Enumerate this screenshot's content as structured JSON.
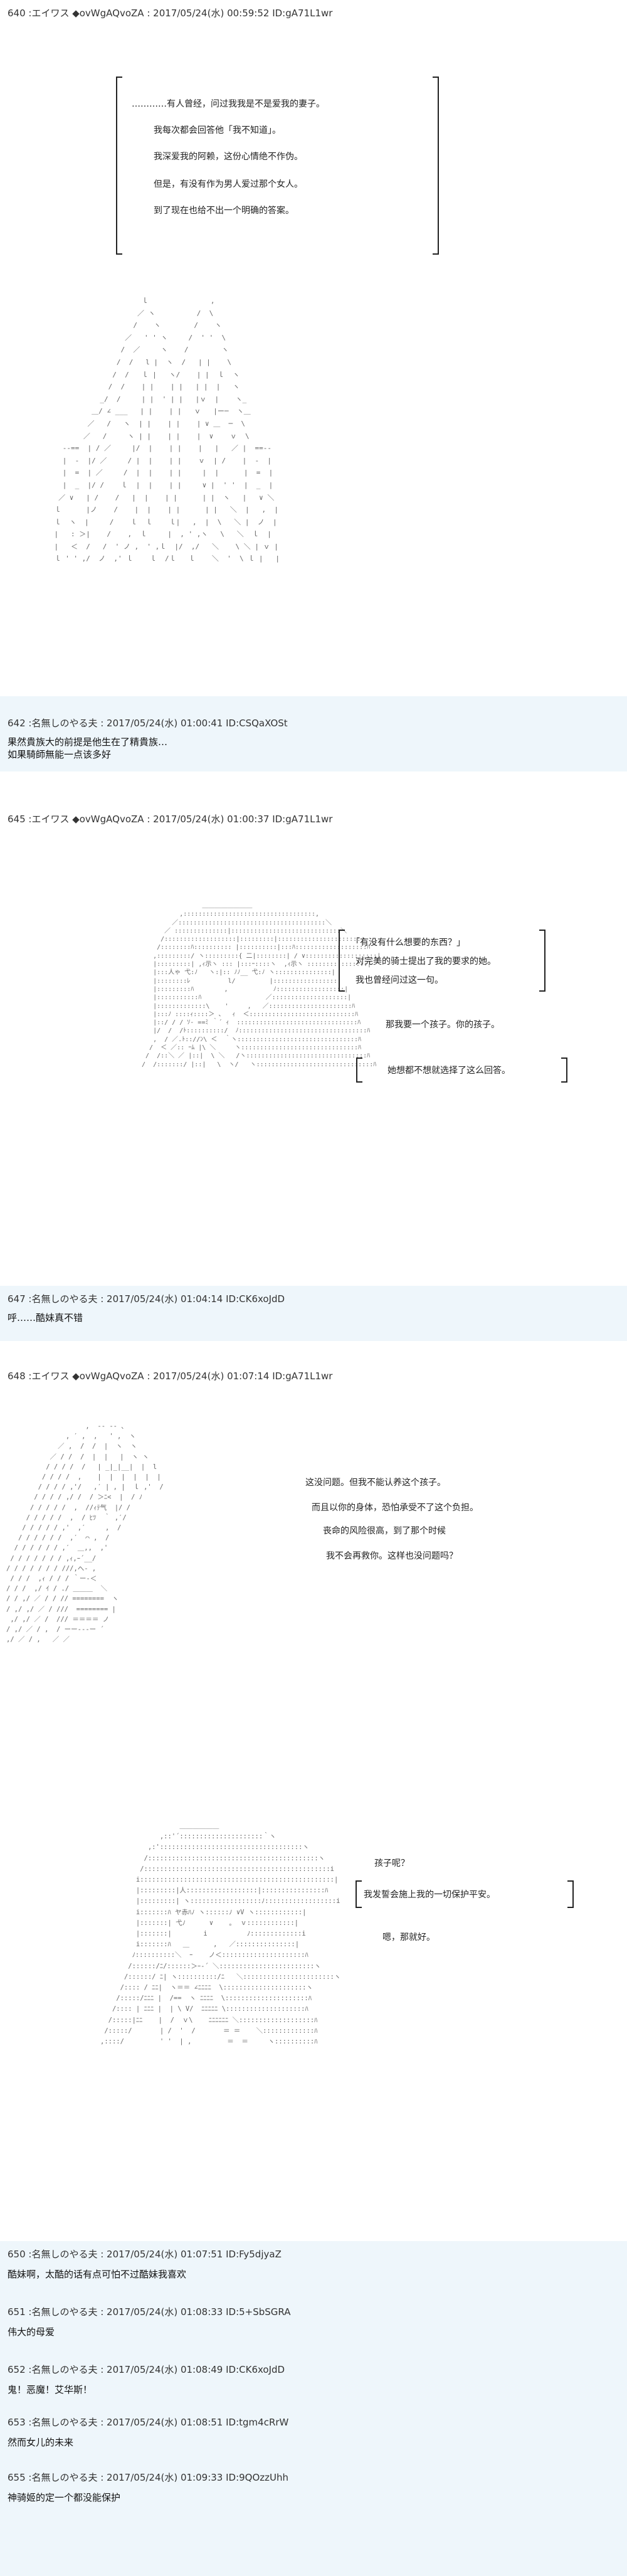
{
  "posts": [
    {
      "header": "640 :エイワス ◆ovWgAQvoZA : 2017/05/24(水) 00:59:52 ID:gA71L1wr"
    },
    {
      "header": "642 :名無しのやる夫 : 2017/05/24(水) 01:00:41 ID:CSQaXOSt",
      "lines": [
        "果然貴族大的前提是他生在了精貴族…",
        "如果騎師無能一点该多好"
      ]
    },
    {
      "header": "645 :エイワス ◆ovWgAQvoZA : 2017/05/24(水) 01:00:37 ID:gA71L1wr"
    },
    {
      "header": "647 :名無しのやる夫 : 2017/05/24(水) 01:04:14 ID:CK6xoJdD",
      "lines": [
        "呼……酷妹真不错"
      ]
    },
    {
      "header": "648 :エイワス ◆ovWgAQvoZA : 2017/05/24(水) 01:07:14 ID:gA71L1wr"
    },
    {
      "header": "650 :名無しのやる夫 : 2017/05/24(水) 01:07:51 ID:Fy5djyaZ",
      "lines": [
        "酷妹啊，太酷的话有点可怕不过酷妹我喜欢"
      ]
    },
    {
      "header": "651 :名無しのやる夫 : 2017/05/24(水) 01:08:33 ID:5+SbSGRA",
      "lines": [
        "伟大的母爱"
      ]
    },
    {
      "header": "652 :名無しのやる夫 : 2017/05/24(水) 01:08:49 ID:CK6xoJdD",
      "lines": [
        "鬼！恶魔！艾华斯！"
      ]
    },
    {
      "header": "653 :名無しのやる夫 : 2017/05/24(水) 01:08:51 ID:tgm4cRrW",
      "lines": [
        "然而女儿的未来"
      ]
    },
    {
      "header": "655 :名無しのやる夫 : 2017/05/24(水) 01:09:33 ID:9QOzzUhh",
      "lines": [
        "神骑姬的定一个都没能保护"
      ]
    }
  ],
  "dialogues": {
    "p640": [
      "…………有人曾经，问过我我是不是爱我的妻子。",
      "我每次都会回答他「我不知道」。",
      "我深爱我的阿赖，这份心情绝不作伪。",
      "但是，有没有作为男人爱过那个女人。",
      "到了现在也给不出一个明确的答案。"
    ],
    "p645a": [
      "「有没有什么想要的东西？」",
      "对完美的骑士提出了我的要求的她。",
      "我也曾经问过这一句。"
    ],
    "p645b": [
      "那我要一个孩子。你的孩子。"
    ],
    "p645c": [
      "她想都不想就选择了这么回答。"
    ],
    "p648a": [
      "这没问题。但我不能认养这个孩子。",
      "而且以你的身体，恐怕承受不了这个负担。",
      "丧命的风险很高，到了那个时候",
      "我不会再救你。这样也没问题吗？"
    ],
    "p648b": [
      "孩子呢？"
    ],
    "p648c": [
      "我发誓会施上我的一切保护平安。"
    ],
    "p648d": [
      "嗯，那就好。"
    ]
  },
  "art": {
    "a640": "                         ｌ               ,\n                        ／ ヽ          /  \\\n                       /    ヽ        /    ヽ\n                     ／   ' ' ヽ     /  ' '  \\\n                    /  ／     ヽ    /        ヽ\n                   /  /   l |  ヽ  /   | |    \\\n                  /  /   ｌ |   ヽ/    | |  ｌ  ヽ\n                 /  /    | |    | |   | |  |   ヽ\n               _/  /     | |  ' | |   |ｖ  |    ヽ_\n             ＿/ ∠ ___   | |    | |   ｖ   |ー─  ヽ＿\n            ／   /   ヽ  | |    | |    | ∨ ＿  ─  \\\n           ／   /     ヽ | |    | |    |  ∨    ｖ  \\\n      --==  | / ／     |/  |    | |    |   |   ／ |  ==--\n      |  -  |/ ／     / |  |    | |    ｖ  | /    |  -  |\n      |  =  | ／     /  |  |    | |     |  |      |  =  |\n      |  _  |/ /    ｌ  |  |    | |     ∨ |  ' '  |  _  |\n     ／ ∨   | /    /   |  |    | |      | |  ヽ   |   ∨ ＼\n    ｌ      |ノ    /    |  |    | |      | |   ＼  |   ,  |\n    ｌ  ヽ  |     /    ｌ  ｌ    ｌ|   ,  |  \\   ＼ |  ノ  |\n    |   : ＞|    /    ,  ｌ     |  , ' ,ヽ   \\   ＼  ｌ  |\n    |   ＜  /   /  ' ノ ,  ' ,ｌ  |/  ,/   ＼    \\ ＼ | ｖ |\n    ｌ ' ' ,/  ノ  ,' ｌ    ｌ  /ｌ   ｌ    ＼  '  \\ ｌ |   |",
    "a645": "                 ＿＿＿＿＿＿＿＿\n           ,:::::::::::::::::::::::::::::::::::,\n         ／:::::::::::::::::::::::::::::::::::::::＼\n       ／ ::::::::::::::|:::::::::::::::::::::::::::::＼\n      /:::::::::::::::::::|:::::::::|::::::::::::::::::::::ヽ\n     /::::::::ﾊ:::::::::: |::::::::::|:::ﾊ:::::::::::::::::::ﾊ\n    ,:::::::::/ ヽ:::::::::{ 二|::::::::| / ∨:::::::::::::::::::|\n    |:::::::::| ,ｨ示ヽ ::: |:::ｰ::::ヽ  ,ｨ示ヽ ::::::::::::::::|\n    |:::人ゃ 弋:ﾉ   ヽ:|:: ﾉﾉ__ 弋:ﾉ ヽ:::::::::::::::|\n    |::::::::ﾚ          l/         |:::::::::::::::::|\n    |:::::::::ﾊ        ,            ﾉ::::::::::::::::::|\n    |:::::::::::ﾊ                 ／::::::::::::::::::::|\n    |:::::::::::::\\    '     ,   ／::::::::::::::::::::::ﾊ\n    |:::ﾉ ::::ｨ::::＞ 、  ｨ  ＜::::::::::::::::::::::::::::ﾊ\n    |::/ / / ｿ- ==ﾐ ｀´ ｨ  ::::::::::::::::::::::::::::::::ﾊ\n    |/  /  /ﾄ::::::::::/  ﾉ::::::::::::::::::::::::::::::::::ﾊ\n    ,  / ／.ﾄ:://ﾝ\\ ＜  ｀ヽ::::::::::::::::::::::::::::::::ﾊ\n   /  ＜ ／:: ｰﾑ |\\ ＼     ヽ:::::::::::::::::::::::::::::::ﾊ\n  /  /::＼ ／ |::|  \\ ＼   /ヽ::::::::::::::::::::::::::::::::ﾊ\n /  /:::::::/ |::|   \\  ヽ/   ヽ:::::::::::::::::::::::::::::::ﾊ",
    "a648a": "                    ,  -‐ ‐- ､\n               , ′ ,  ,   ' ,  ヽ\n             ／ ,  /  /  |  ヽ  ヽ\n           ／ / /  /  |  |   |  ヽ ヽ\n          / / / /  /   | _|_|__|  |  l\n         / / / /  ,    |  |  |  |  |  |\n        / / / / ,'/   ,′ | , |  ｌ ,'  /\n       / / / / ,/ /  / ＞ﾆ<  |  / ﾉ\n      / / / / /  ,  //ｨﾃ气  |/ /\n     / / / / /  ,  / ﾋﾂ  ｀ ,′/\n    / / / / / ,'  ,′     ,  /\n   / / / / / /  ,′  ⌒ ,  /\n  / / / / / / ,′  ＿,,  ,'\n / / / / / / / ,ｨ,ｰ´__/\n/ / / / / / / ///,へ- ,\n / / /  ,ｨ / / / ｀ー-＜\n/ / /  ,/ ｲ / ./ ＿＿＿  ＼\n/ / ,/ ／ / / // ========  ヽ\n/ ,/ ,/ ／ / ///  ======== |\n ,/ ,/ ／ /  /// ＝＝＝＝ ノ\n/ ,/ ／ / ,  / ーー‐‐‐ー ´\n,/ ／ / ,   ／ ／",
    "a648b": "                    ＿＿＿＿＿＿\n               ,::'´:::::::::::::::::::::｀ヽ\n            ,:'::::::::::::::::::::::::::::::::::::ヽ\n           /:::::::::::::::::::::::::::::::::::::::::::ヽ\n          /:::::::::::::::::::::::::::::::::::::::::::::::i\n         i:::::::::::::::::::::::::::::::::::::::::::::::::|\n         |:::::::::|人::::::::::::::::::|::::::::::::::::ﾊ\n         |:::::::::| ヽ::::::::::::::::::ﾉ::::::::::::::::::i\n         i:::::::ﾊ ヤ赤ﾊﾉ ヽ::::::ﾉ ∨V ヽ::::::::::::|\n         |:::::::| 弋ﾉ      ∨    ｡  ｖ::::::::::::|\n         |:::::::|        i          ﾉ:::::::::::::i\n         i:::::::ﾊ   ＿      ,   ／:::::::::::::::|\n        ﾉ::::::::::＼  ｰ    ノ＜:::::::::::::::::::::ﾊ\n       /::::::/ﾆ/::::::＞ｰ‐´ ＼::::::::::::::::::::::::ヽ\n      /::::::/ ﾆ| ヽ::::::::::/ﾆ   ＼:::::::::::::::::::::::ヽ\n     /:::: / ﾆﾆ|  ヽ＝＝ ∠ﾆﾆﾆﾆ  \\:::::::::::::::::::::ヽ\n    /:::::/ﾆﾆﾆ |  /==  ヽ ﾆﾆﾆﾆ  \\:::::::::::::::::::::ﾊ\n   /:::: | ﾆﾆﾆ |  | \\ V/  ﾆﾆﾆﾆﾆ \\::::::::::::::::::::ﾊ\n  /:::::|ﾆﾆ    |  /  ｖ\\    ﾆﾆﾆﾆﾆﾆ ＼:::::::::::::::::::ﾊ\n /:::::/       | /  '  /       ＝ ＝    ＼:::::::::::::ﾊ\n,::::/         ' '  | ,         ＝  ＝     ヽ::::::::::ﾊ"
  }
}
